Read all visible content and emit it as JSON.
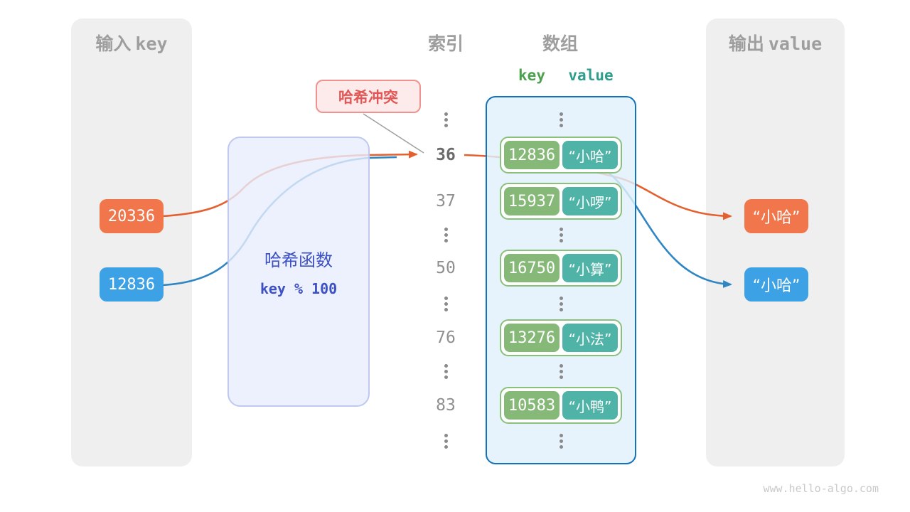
{
  "diagram": {
    "watermark": "www.hello-algo.com",
    "input_panel": {
      "title_cn": "输入",
      "title_code": "key",
      "keys": [
        {
          "value": "20336",
          "color": "#f1764c"
        },
        {
          "value": "12836",
          "color": "#3da1e5"
        }
      ]
    },
    "hash_function": {
      "title": "哈希函数",
      "formula": "key % 100"
    },
    "collision_label": {
      "text": "哈希冲突"
    },
    "index_column": {
      "title": "索引",
      "values": [
        "36",
        "37",
        "50",
        "76",
        "83"
      ],
      "highlighted_value": "36"
    },
    "array_panel": {
      "title": "数组",
      "key_header": "key",
      "value_header": "value",
      "pairs": [
        {
          "key": "12836",
          "value": "“小哈”"
        },
        {
          "key": "15937",
          "value": "“小啰”"
        },
        {
          "key": "16750",
          "value": "“小算”"
        },
        {
          "key": "13276",
          "value": "“小法”"
        },
        {
          "key": "10583",
          "value": "“小鸭”"
        }
      ]
    },
    "output_panel": {
      "title_cn": "输出",
      "title_code": "value",
      "values": [
        {
          "text": "“小哈”",
          "color": "#f1764c"
        },
        {
          "text": "“小哈”",
          "color": "#3da1e5"
        }
      ]
    },
    "colors": {
      "flow_orange": "#e4602e",
      "flow_blue": "#2f86c3",
      "key_cell_green": "#86b878",
      "value_cell_teal": "#4fb3a7",
      "array_border_blue": "#1272ba",
      "hash_text_indigo": "#3d51c2",
      "collision_red": "#e25755",
      "panel_gray": "#efefef"
    }
  }
}
